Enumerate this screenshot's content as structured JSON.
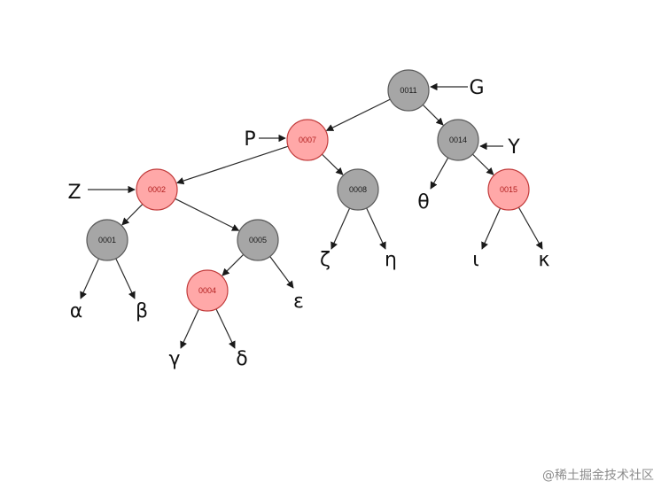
{
  "colors": {
    "black_node": "#a6a6a6",
    "red_node": "#ffa8a8",
    "red_text": "#b21e1e",
    "edge": "#2b2b2b"
  },
  "nodes": [
    {
      "id": "n11",
      "label": "0011",
      "color": "black"
    },
    {
      "id": "n07",
      "label": "0007",
      "color": "red"
    },
    {
      "id": "n14",
      "label": "0014",
      "color": "black"
    },
    {
      "id": "n02",
      "label": "0002",
      "color": "red"
    },
    {
      "id": "n08",
      "label": "0008",
      "color": "black"
    },
    {
      "id": "n15",
      "label": "0015",
      "color": "red"
    },
    {
      "id": "n01",
      "label": "0001",
      "color": "black"
    },
    {
      "id": "n05",
      "label": "0005",
      "color": "black"
    },
    {
      "id": "n04",
      "label": "0004",
      "color": "red"
    }
  ],
  "edges": [
    [
      "n11",
      "n07"
    ],
    [
      "n11",
      "n14"
    ],
    [
      "n07",
      "n02"
    ],
    [
      "n07",
      "n08"
    ],
    [
      "n14",
      "n15"
    ],
    [
      "n02",
      "n01"
    ],
    [
      "n02",
      "n05"
    ],
    [
      "n05",
      "n04"
    ]
  ],
  "leaves": [
    {
      "id": "alpha",
      "label": "α",
      "parent": "n01"
    },
    {
      "id": "beta",
      "label": "β",
      "parent": "n01"
    },
    {
      "id": "gamma",
      "label": "γ",
      "parent": "n04"
    },
    {
      "id": "delta",
      "label": "δ",
      "parent": "n04"
    },
    {
      "id": "epsilon",
      "label": "ε",
      "parent": "n05"
    },
    {
      "id": "zeta",
      "label": "ζ",
      "parent": "n08"
    },
    {
      "id": "eta",
      "label": "η",
      "parent": "n08"
    },
    {
      "id": "theta",
      "label": "θ",
      "parent": "n14"
    },
    {
      "id": "iota",
      "label": "ι",
      "parent": "n15"
    },
    {
      "id": "kappa",
      "label": "κ",
      "parent": "n15"
    }
  ],
  "pointers": [
    {
      "id": "G",
      "label": "G",
      "target": "n11"
    },
    {
      "id": "P",
      "label": "P",
      "target": "n07"
    },
    {
      "id": "Y",
      "label": "Y",
      "target": "n14"
    },
    {
      "id": "Z",
      "label": "Z",
      "target": "n02"
    }
  ],
  "watermark": "@稀土掘金技术社区"
}
